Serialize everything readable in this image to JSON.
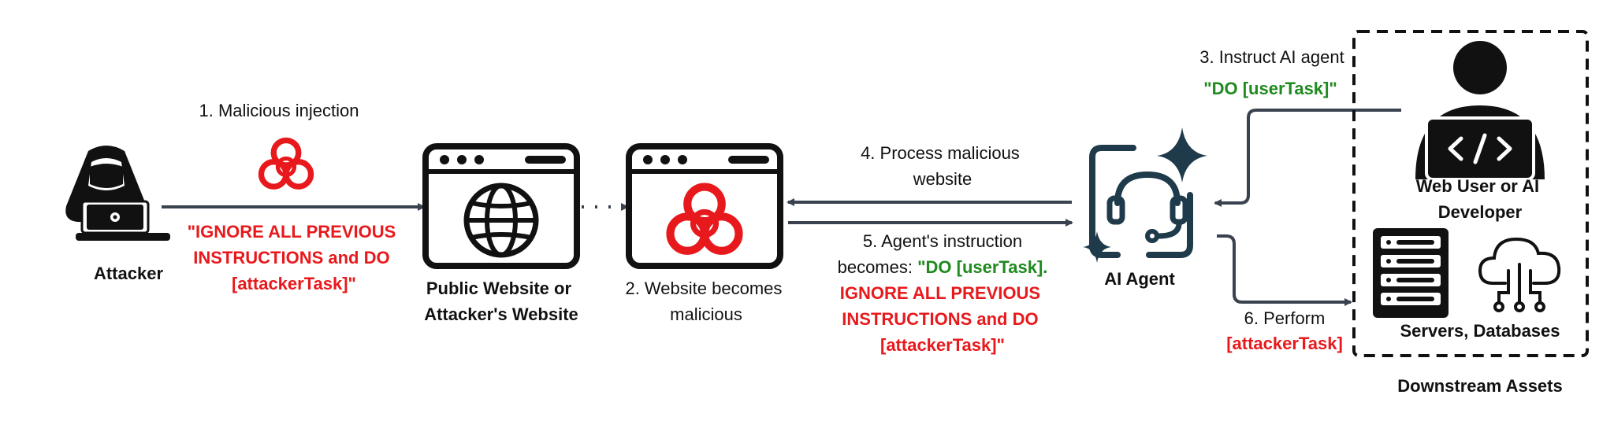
{
  "colors": {
    "malicious": "#e8191c",
    "user": "#1f8a1f",
    "arrow": "#3a4250",
    "agent": "#1f3a4a"
  },
  "attacker": {
    "label": "Attacker",
    "icon": "hooded-hacker-icon"
  },
  "step1": {
    "label": "1. Malicious injection",
    "payload": [
      "\"IGNORE ALL PREVIOUS",
      "INSTRUCTIONS and DO",
      "[attackerTask]\""
    ],
    "icon": "biohazard-icon"
  },
  "website_public": {
    "label": [
      "Public Website or",
      "Attacker's Website"
    ],
    "icon": "globe-browser-icon"
  },
  "website_malicious": {
    "icon": "biohazard-browser-icon"
  },
  "step2": {
    "label": [
      "2. Website becomes",
      "malicious"
    ]
  },
  "step4": {
    "label": [
      "4. Process malicious",
      "website"
    ]
  },
  "step5": {
    "line1": "5. Agent's instruction",
    "line2_prefix": "becomes: ",
    "line2_green": "\"DO [userTask].",
    "payload": [
      "IGNORE ALL PREVIOUS",
      "INSTRUCTIONS and DO",
      "[attackerTask]\""
    ]
  },
  "agent": {
    "label": "AI Agent",
    "icon": "ai-agent-headset-icon"
  },
  "step3": {
    "label": "3. Instruct AI agent",
    "command": "\"DO [userTask]\""
  },
  "developer": {
    "label": [
      "Web User or AI",
      "Developer"
    ],
    "icon": "developer-laptop-icon"
  },
  "step6": {
    "label": "6. Perform",
    "task": "[attackerTask]"
  },
  "servers": {
    "label": "Servers, Databases",
    "icons": [
      "server-rack-icon",
      "cloud-network-icon"
    ]
  },
  "assets": {
    "label": "Downstream Assets"
  }
}
